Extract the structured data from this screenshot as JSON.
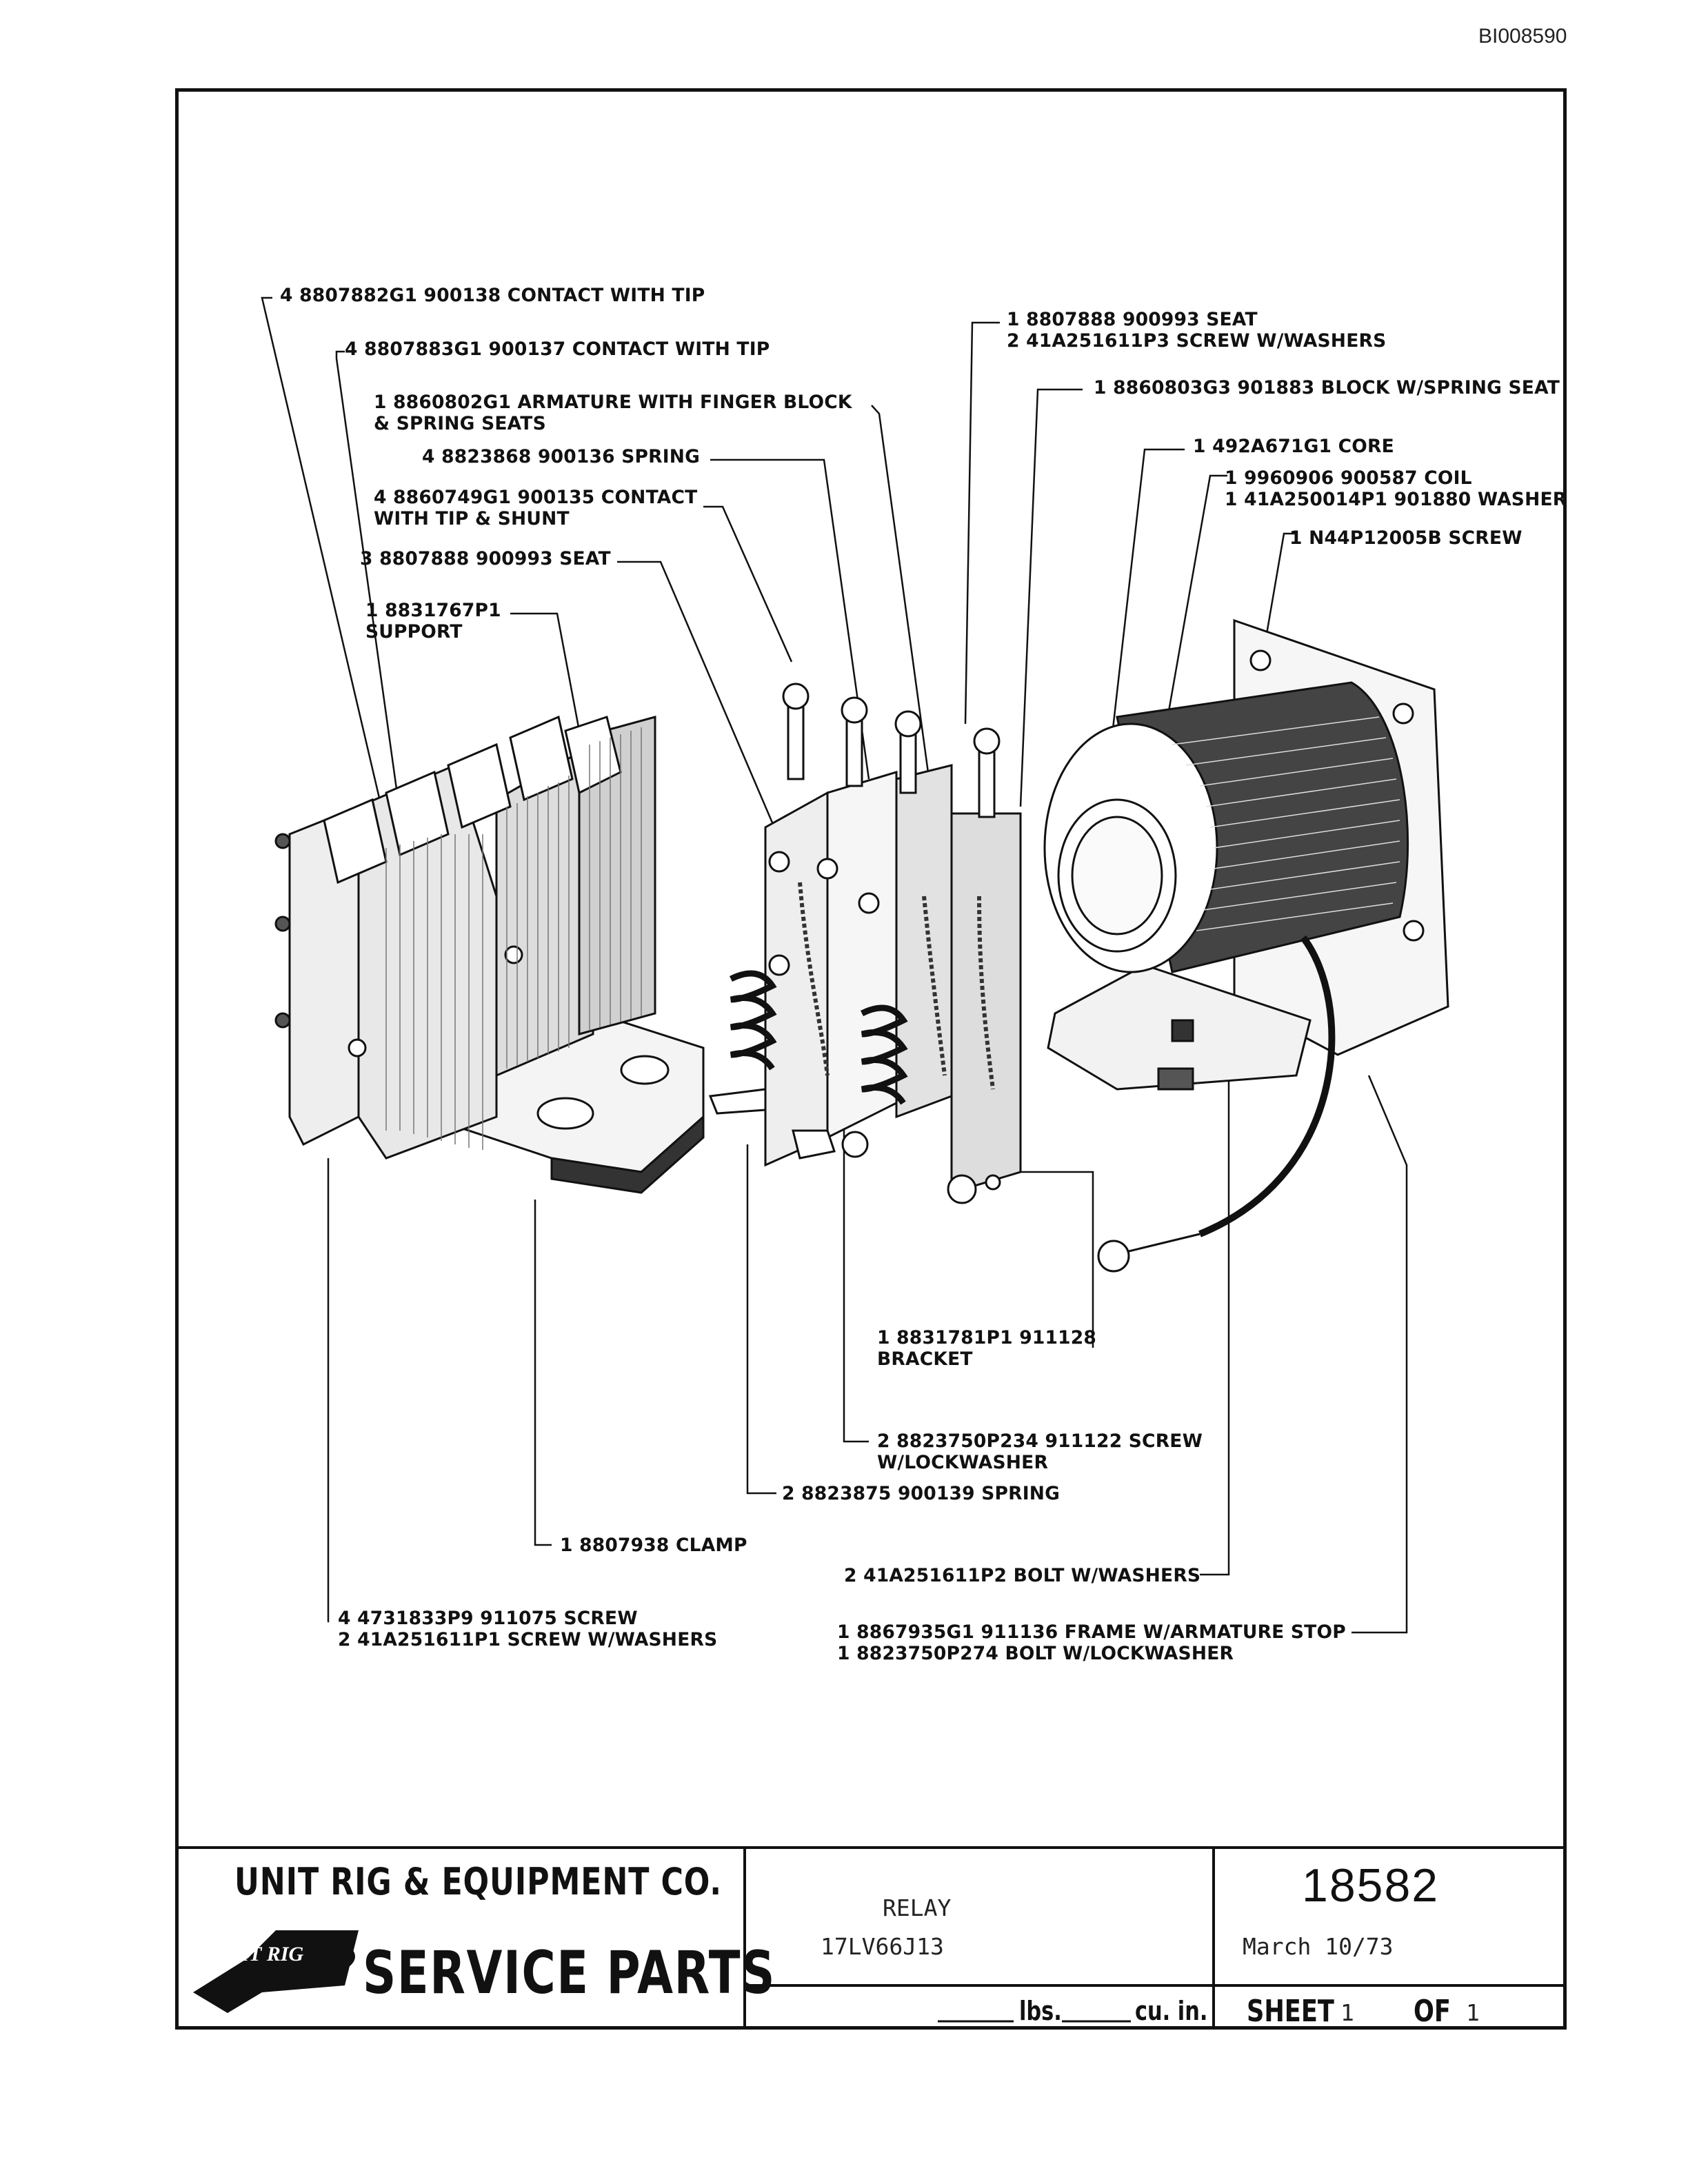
{
  "document_id": "BI008590",
  "callouts": {
    "contact_with_tip_a": "4 8807882G1 900138 CONTACT WITH TIP",
    "contact_with_tip_b": "4 8807883G1 900137 CONTACT WITH TIP",
    "armature": "1 8860802G1 ARMATURE WITH FINGER BLOCK\n& SPRING SEATS",
    "spring_top": "4 8823868 900136 SPRING",
    "contact_shunt": "4 8860749G1 900135 CONTACT\nWITH TIP & SHUNT",
    "seat_left": "3 8807888 900993 SEAT",
    "support": "1 8831767P1\nSUPPORT",
    "seat_screw": "1 8807888 900993 SEAT\n2 41A251611P3 SCREW W/WASHERS",
    "block": "1 8860803G3 901883 BLOCK W/SPRING SEAT",
    "core": "1 492A671G1 CORE",
    "coil_washer": "1 9960906 900587 COIL\n1 41A250014P1 901880 WASHER",
    "screw_right": "1 N44P12005B SCREW",
    "bracket": "1 8831781P1 911128\nBRACKET",
    "screw_lockwasher": "2 8823750P234 911122 SCREW\nW/LOCKWASHER",
    "spring_bottom": "2 8823875 900139 SPRING",
    "clamp": "1 8807938 CLAMP",
    "bolt_washers": "2 41A251611P2 BOLT W/WASHERS",
    "screw_bottom": "4 4731833P9 911075 SCREW\n2 41A251611P1 SCREW W/WASHERS",
    "frame": "1 8867935G1 911136 FRAME W/ARMATURE STOP\n1 8823750P274 BOLT W/LOCKWASHER"
  },
  "title_block": {
    "company": "UNIT RIG & EQUIPMENT CO.",
    "logo_text": "UNIT RIG",
    "service_parts": "SERVICE PARTS",
    "part_name": "RELAY",
    "part_number": "17LV66J13",
    "drawing_number": "18582",
    "date": "March 10/73",
    "weight_unit": "lbs.",
    "volume_unit": "cu. in.",
    "sheet_label": "SHEET",
    "sheet_number": "1",
    "of_label": "OF",
    "sheet_total": "1"
  }
}
